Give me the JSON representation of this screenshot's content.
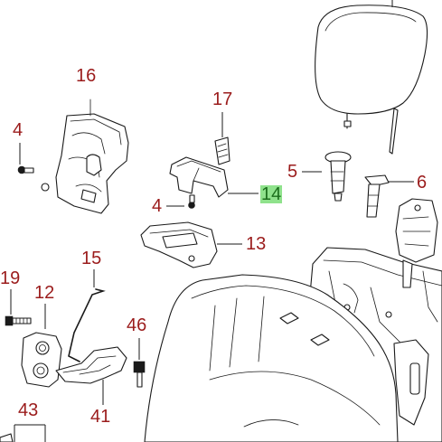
{
  "callouts": {
    "c16": "16",
    "c17": "17",
    "c4a": "4",
    "c4b": "4",
    "c5": "5",
    "c6": "6",
    "c14": "14",
    "c13": "13",
    "c15": "15",
    "c19": "19",
    "c12": "12",
    "c46": "46",
    "c41": "41",
    "c43": "43"
  },
  "colors": {
    "callout_text": "#9b1c1c",
    "highlight_bg": "#8fe28c",
    "highlight_text": "#1c6e1c",
    "line": "#1a1a1a"
  }
}
